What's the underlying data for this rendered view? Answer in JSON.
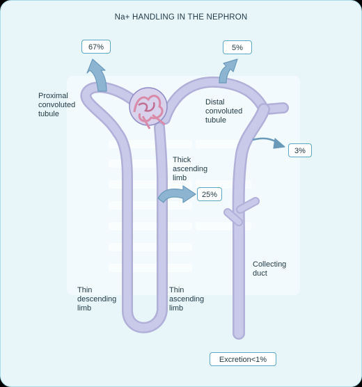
{
  "diagram": {
    "title": "Na+ HANDLING IN THE NEPHRON",
    "labels": {
      "proximal": "Proximal\nconvoluted\ntubule",
      "distal": "Distal\nconvoluted\ntubule",
      "thick": "Thick\nascending\nlimb",
      "thin_desc": "Thin\ndescending\nlimb",
      "thin_asc": "Thin\nascending\nlimb",
      "collecting": "Collecting\nduct"
    },
    "reabsorption": {
      "proximal": "67%",
      "distal": "5%",
      "thick": "25%",
      "collecting": "3%",
      "excretion": "Excretion<1%"
    },
    "colors": {
      "background": "#e9f6f9",
      "border": "#a9dbe7",
      "tubule": "#c9c9e9",
      "tubule_edge": "#b0b0d8",
      "arrow": "#7aa9c7",
      "box_border": "#5aa9c4",
      "glomerulus": "#d88aa8"
    }
  }
}
